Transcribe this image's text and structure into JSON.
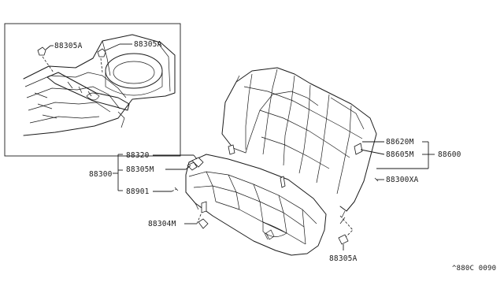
{
  "diagram": {
    "inset_labels": {
      "clip_left": "88305A",
      "clip_right": "88305A"
    },
    "labels": {
      "p88320": "88320",
      "p88305M": "88305M",
      "p88300": "88300",
      "p88901": "88901",
      "p88304M": "88304M",
      "p88620M": "88620M",
      "p88605M": "88605M",
      "p88600": "88600",
      "p88300XA": "88300XA",
      "p88305A_bottom": "88305A"
    },
    "diagram_code": "^880C 0090"
  }
}
